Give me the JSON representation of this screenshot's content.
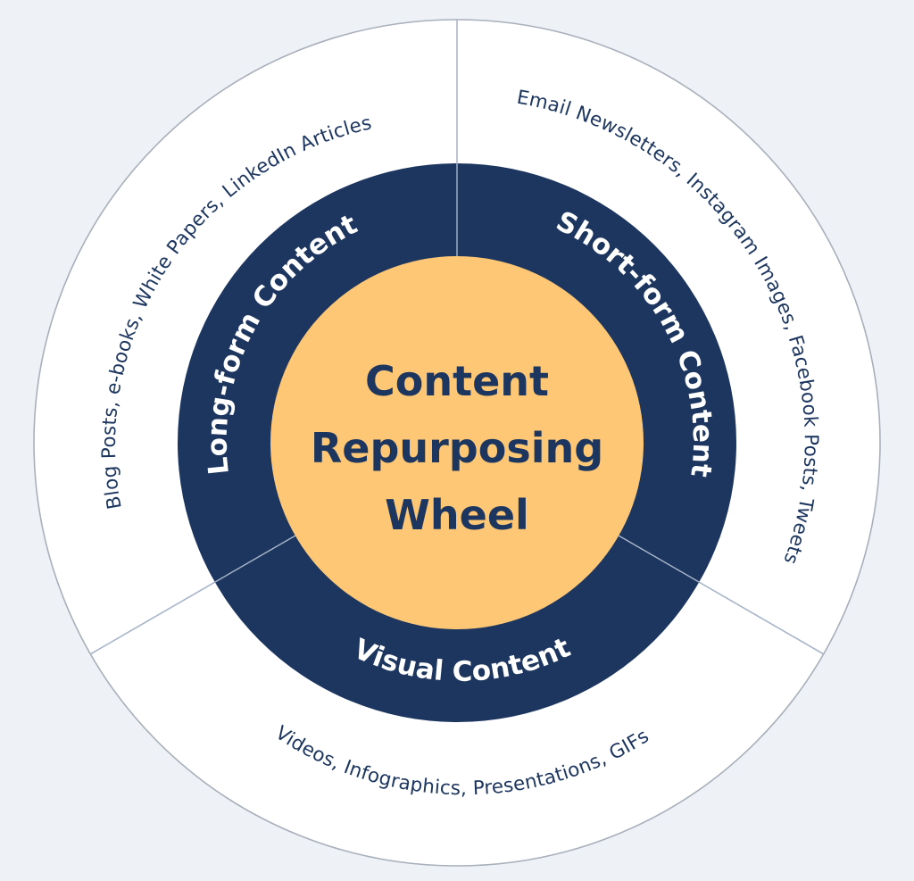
{
  "colors": {
    "background": "#eef2f7",
    "outer_ring": "#ffffff",
    "outer_border": "#a9b0ba",
    "middle_ring": "#1d365f",
    "center_fill": "#fdc776",
    "divider": "#a9b6c9",
    "text_dark": "#1d365f",
    "text_light": "#ffffff"
  },
  "center": {
    "title_lines": [
      "Content",
      "Repurposing",
      "Wheel"
    ]
  },
  "segments": [
    {
      "id": "long-form",
      "label": "Long-form Content",
      "examples": "Blog Posts, e-books, White Papers, LinkedIn Articles"
    },
    {
      "id": "short-form",
      "label": "Short-form Content",
      "examples": "Email Newsletters, Instagram Images, Facebook Posts, Tweets"
    },
    {
      "id": "visual",
      "label": "Visual Content",
      "examples": "Videos, Infographics, Presentations, GIFs"
    }
  ]
}
